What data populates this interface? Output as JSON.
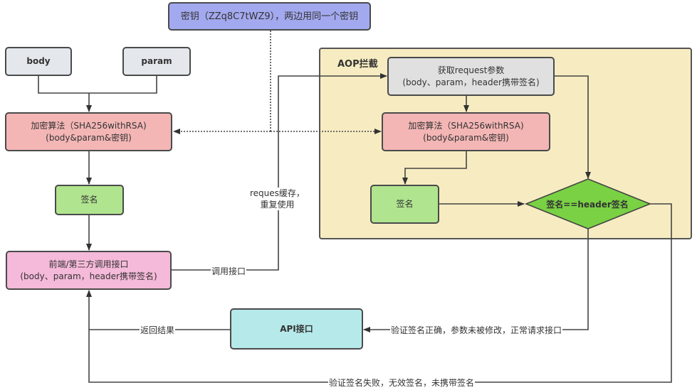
{
  "title": "接口签名验证流程",
  "nodes": {
    "key": "密钥（ZZq8C7tWZ9），两边用同一个密钥",
    "body": "body",
    "param": "param",
    "encrypt_left": {
      "line1": "加密算法（SHA256withRSA)",
      "line2": "(body&param&密钥)"
    },
    "sign_left": "签名",
    "client_call": {
      "line1": "前端/第三方调用接口",
      "line2": "(body、param，header携带签名)"
    },
    "aop_container": "AOP拦截",
    "get_request": {
      "line1": "获取request参数",
      "line2": "(body、param，header携带签名)"
    },
    "encrypt_right": {
      "line1": "加密算法（SHA256withRSA)",
      "line2": "(body&param&密钥)"
    },
    "sign_right": "签名",
    "decision": "签名==header签名",
    "api": "API接口"
  },
  "edge_labels": {
    "request_cache": {
      "line1": "reques缓存，",
      "line2": "重复使用"
    },
    "call_api": "调用接口",
    "return_result": "返回结果",
    "verify_success": "验证签名正确，参数未被修改，正常请求接口",
    "verify_fail": "验证签名失败，无效签名，未携带签名"
  },
  "colors": {
    "key": "#a3a9ef",
    "input": "#e4e8ec",
    "encrypt": "#f3b6b5",
    "sign": "#b0e48f",
    "client": "#f5b9d9",
    "aop": "#f7ecc1",
    "request": "#e0e0e0",
    "decision": "#7ad144",
    "api": "#b6e9ea"
  }
}
